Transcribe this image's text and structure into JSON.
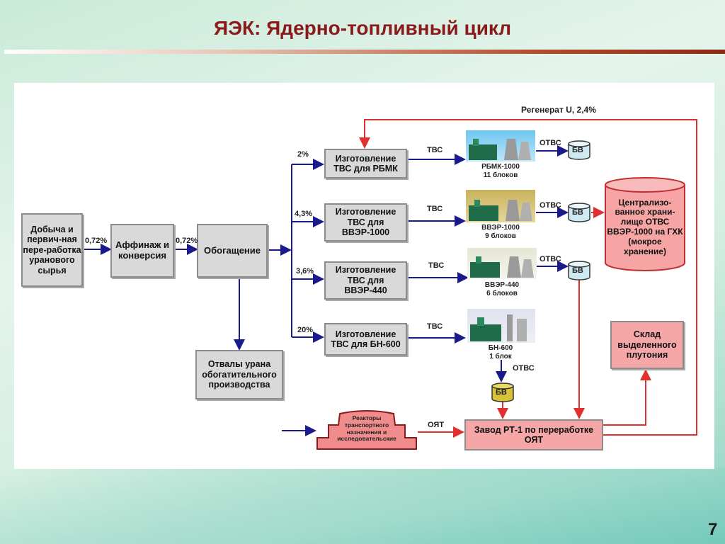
{
  "slide": {
    "title": "ЯЭК: Ядерно-топливный цикл",
    "page_number": "7"
  },
  "boxes": {
    "mining": "Добыча и первич-ная пере-работка уранового сырья",
    "refining": "Аффинаж и конверсия",
    "enrichment": "Обогащение",
    "tails": "Отвалы урана обогатительного производства",
    "fab_rbmk": "Изготовление ТВС для РБМК",
    "fab_vver1000": "Изготовление ТВС для ВВЭР-1000",
    "fab_vver440": "Изготовление ТВС для ВВЭР-440",
    "fab_bn600": "Изготовление ТВС для БН-600",
    "central_storage": "Централизо-ванное храни-лище ОТВС ВВЭР-1000 на ГХК (мокрое хранение)",
    "plutonium_store": "Склад выделенного плутония",
    "rt1_plant": "Завод РТ-1 по переработке ОЯТ",
    "transport_reactors": "Реакторы транспортного назначения и исследовательские"
  },
  "labels": {
    "pct_072_a": "0,72%",
    "pct_072_b": "0,72%",
    "pct_rbmk": "2%",
    "pct_vver1000": "4,3%",
    "pct_vver440": "3,6%",
    "pct_bn600": "20%",
    "tvs": "ТВС",
    "otvs": "ОТВС",
    "bv": "БВ",
    "oyat": "ОЯТ",
    "regenerate": "Регенерат U, 2,4%"
  },
  "reactors": {
    "rbmk": {
      "name": "РБМК-1000",
      "units": "11 блоков"
    },
    "vver1000": {
      "name": "ВВЭР-1000",
      "units": "9 блоков"
    },
    "vver440": {
      "name": "ВВЭР-440",
      "units": "6 блоков"
    },
    "bn600": {
      "name": "БН-600",
      "units": "1 блок"
    }
  },
  "colors": {
    "flow_blue": "#1a1a8c",
    "flow_red": "#e03030",
    "title_red": "#8b1a1a"
  }
}
